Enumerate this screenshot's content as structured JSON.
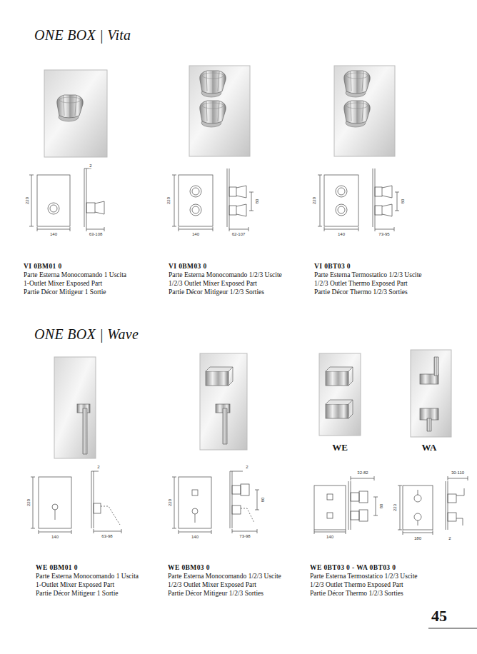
{
  "diagram": {
    "labels": [
      "ONE BOX | Vita",
      "220",
      "140",
      "2",
      "63-108",
      "220",
      "140",
      "62-107",
      "80",
      "220",
      "140",
      "73-95",
      "80",
      "VI 0BM01 0",
      "Parte Esterna Monocomando 1 Uscita",
      "1-Outlet Mixer Exposed Part",
      "Partie Décor Mitigeur 1 Sortie",
      "VI 0BM03 0",
      "Parte Esterna Monocomando 1/2/3 Uscite",
      "1/2/3 Outlet Mixer Exposed Part",
      "Partie Décor Mitigeur 1/2/3 Sorties",
      "VI 0BT03 0",
      "Parte Esterna Termostatico 1/2/3 Uscite",
      "1/2/3 Outlet Thermo Exposed Part",
      "Partie Décor Thermo 1/2/3 Sorties",
      "ONE BOX | Wave",
      "WE",
      "WA",
      "2",
      "220",
      "140",
      "63-98",
      "2",
      "220",
      "140",
      "73-98",
      "80",
      "32-82",
      "80",
      "140",
      "30-110",
      "223",
      "180",
      "2",
      "WE 0BM01 0",
      "Parte Esterna Monocomando 1 Uscita",
      "1-Outlet Mixer Exposed Part",
      "Partie Décor Mitigeur 1 Sortie",
      "WE 0BM03 0",
      "Parte Esterna Monocomando 1/2/3 Uscite",
      "1/2/3 Outlet Mixer Exposed Part",
      "Partie Décor Mitigeur 1/2/3 Sorties",
      "WE 0BT03 0  -  WA 0BT03 0",
      "Parte Esterna Termostatico 1/2/3 Uscite",
      "1/2/3 Outlet Thermo Exposed Part",
      "Partie Décor Thermo 1/2/3 Sorties",
      "45"
    ]
  }
}
